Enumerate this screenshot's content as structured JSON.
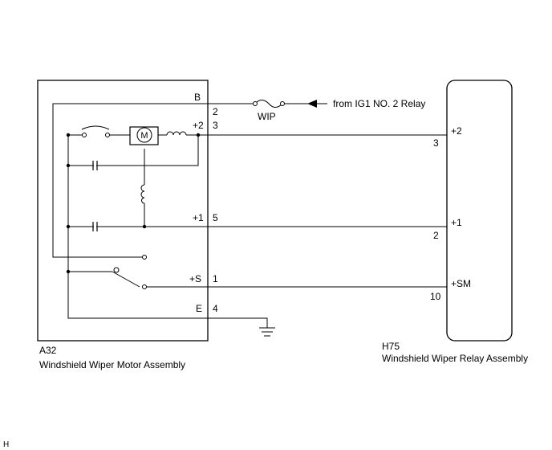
{
  "motor": {
    "code": "A32",
    "name": "Windshield Wiper Motor Assembly",
    "motor_symbol": "M",
    "pins": [
      {
        "id": "B",
        "label": "B",
        "number": "2"
      },
      {
        "id": "p2",
        "label": "+2",
        "number": "3"
      },
      {
        "id": "p1",
        "label": "+1",
        "number": "5"
      },
      {
        "id": "S",
        "label": "+S",
        "number": "1"
      },
      {
        "id": "E",
        "label": "E",
        "number": "4"
      }
    ]
  },
  "relay": {
    "code": "H75",
    "name": "Windshield Wiper Relay Assembly",
    "pins": [
      {
        "id": "p2",
        "label": "+2",
        "number": "3"
      },
      {
        "id": "p1",
        "label": "+1",
        "number": "2"
      },
      {
        "id": "SM",
        "label": "+SM",
        "number": "10"
      }
    ]
  },
  "fuse": {
    "label": "WIP"
  },
  "source": {
    "label": "from IG1 NO. 2 Relay"
  },
  "corner_mark": "H",
  "icons": [
    "fuse-icon",
    "motor-icon",
    "coil-icon",
    "capacitor-icon",
    "switch-icon",
    "ground-icon",
    "breaker-icon"
  ]
}
